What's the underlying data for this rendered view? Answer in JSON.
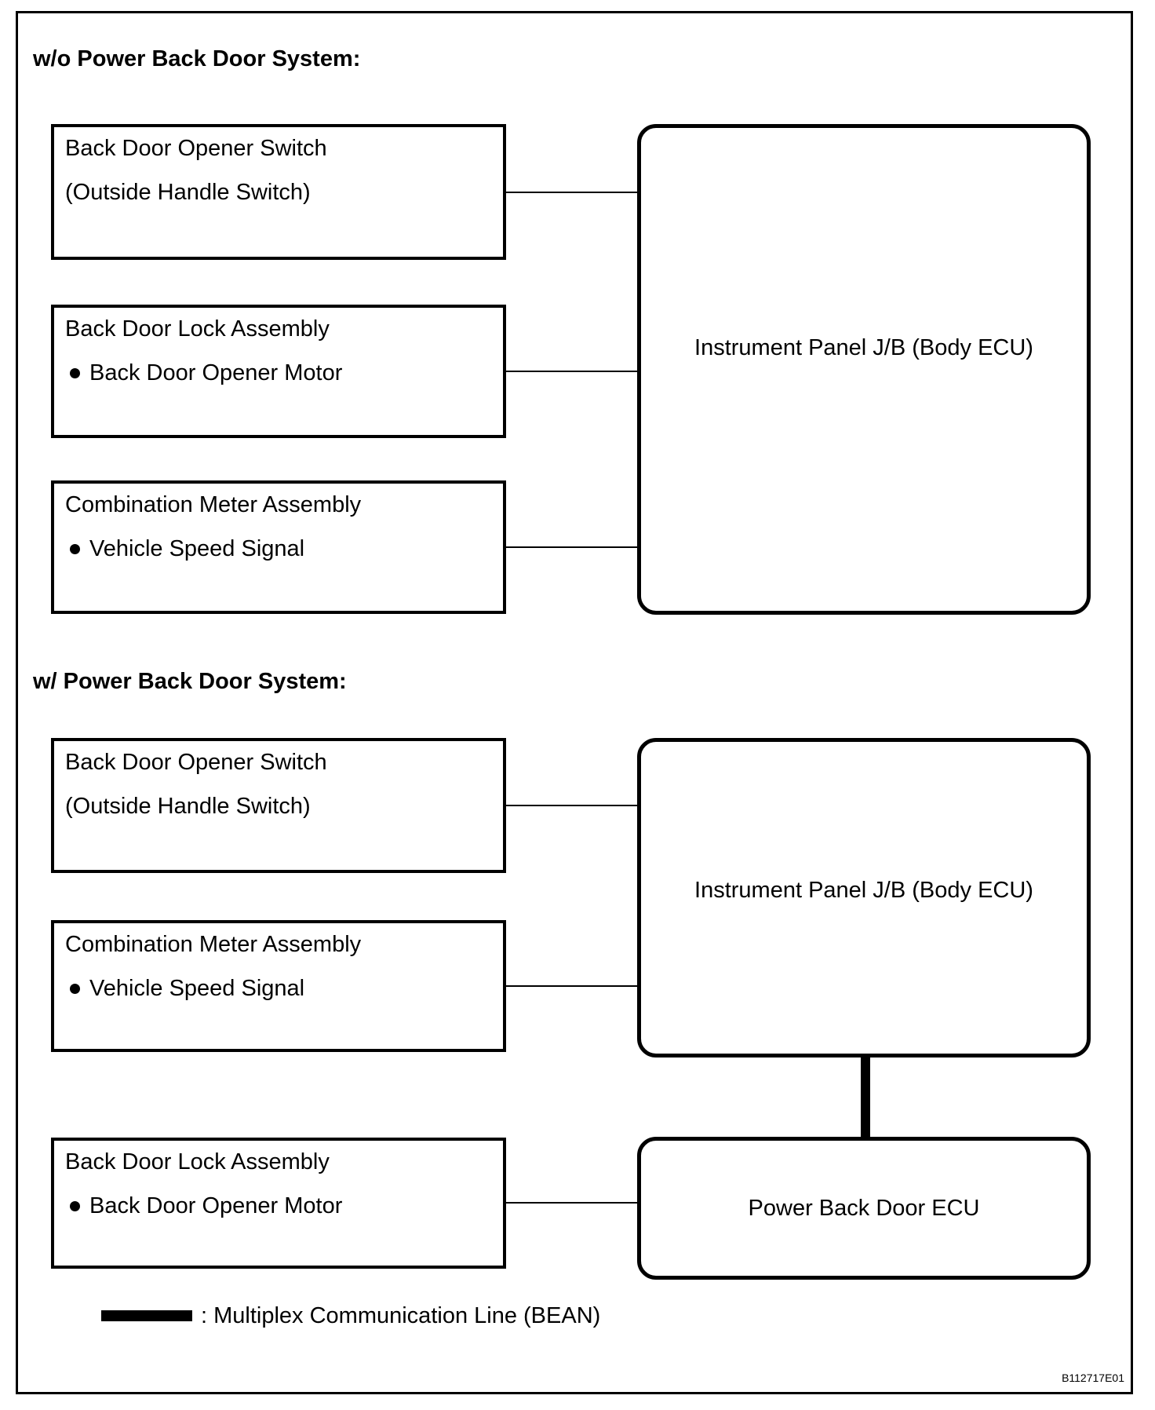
{
  "palette": {
    "ink": "#000000",
    "paper": "#ffffff"
  },
  "icons": {
    "bullet-icon": "filled-circle",
    "multiplex-line-swatch": "thick-black-bar"
  },
  "sections": [
    {
      "title": "w/o Power Back Door System:",
      "boxes": [
        {
          "line1": "Back Door Opener Switch",
          "line2": "(Outside Handle Switch)"
        },
        {
          "line1": "Back Door Lock Assembly",
          "line2": "Back Door Opener Motor"
        },
        {
          "line1": "Combination Meter Assembly",
          "line2": "Vehicle Speed Signal"
        }
      ],
      "ecu_label": "Instrument Panel J/B (Body ECU)"
    },
    {
      "title": "w/ Power Back Door System:",
      "boxes": [
        {
          "line1": "Back Door Opener Switch",
          "line2": "(Outside Handle Switch)"
        },
        {
          "line1": "Combination Meter Assembly",
          "line2": "Vehicle Speed Signal"
        },
        {
          "line1": "Back Door Lock Assembly",
          "line2": "Back Door Opener Motor"
        }
      ],
      "ecu_label": "Instrument Panel J/B (Body ECU)",
      "sub_ecu_label": "Power Back Door ECU"
    }
  ],
  "legend": {
    "label": ": Multiplex Communication Line (BEAN)"
  },
  "figure_code": "B112717E01"
}
